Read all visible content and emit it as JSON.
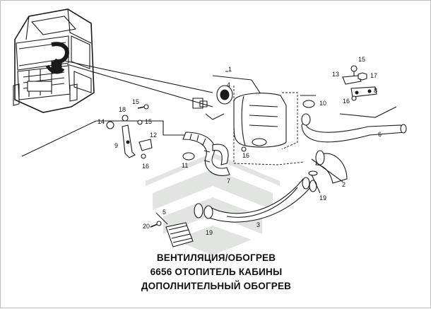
{
  "caption": {
    "line1": "ВЕНТИЛЯЦИЯ/ОБОГРЕВ",
    "line2": "6656  ОТОПИТЕЛЬ КАБИНЫ",
    "line3": "ДОПОЛНИТЕЛЬНЫЙ ОБОГРЕВ"
  },
  "callouts": [
    "1",
    "2",
    "3",
    "4",
    "5",
    "6",
    "7",
    "8",
    "9",
    "10",
    "11",
    "12",
    "13",
    "14",
    "15",
    "15",
    "15",
    "16",
    "16",
    "16",
    "17",
    "18",
    "19",
    "19",
    "20"
  ],
  "colors": {
    "line": "#1a1a1a",
    "watermark": "#c9cfc9"
  }
}
